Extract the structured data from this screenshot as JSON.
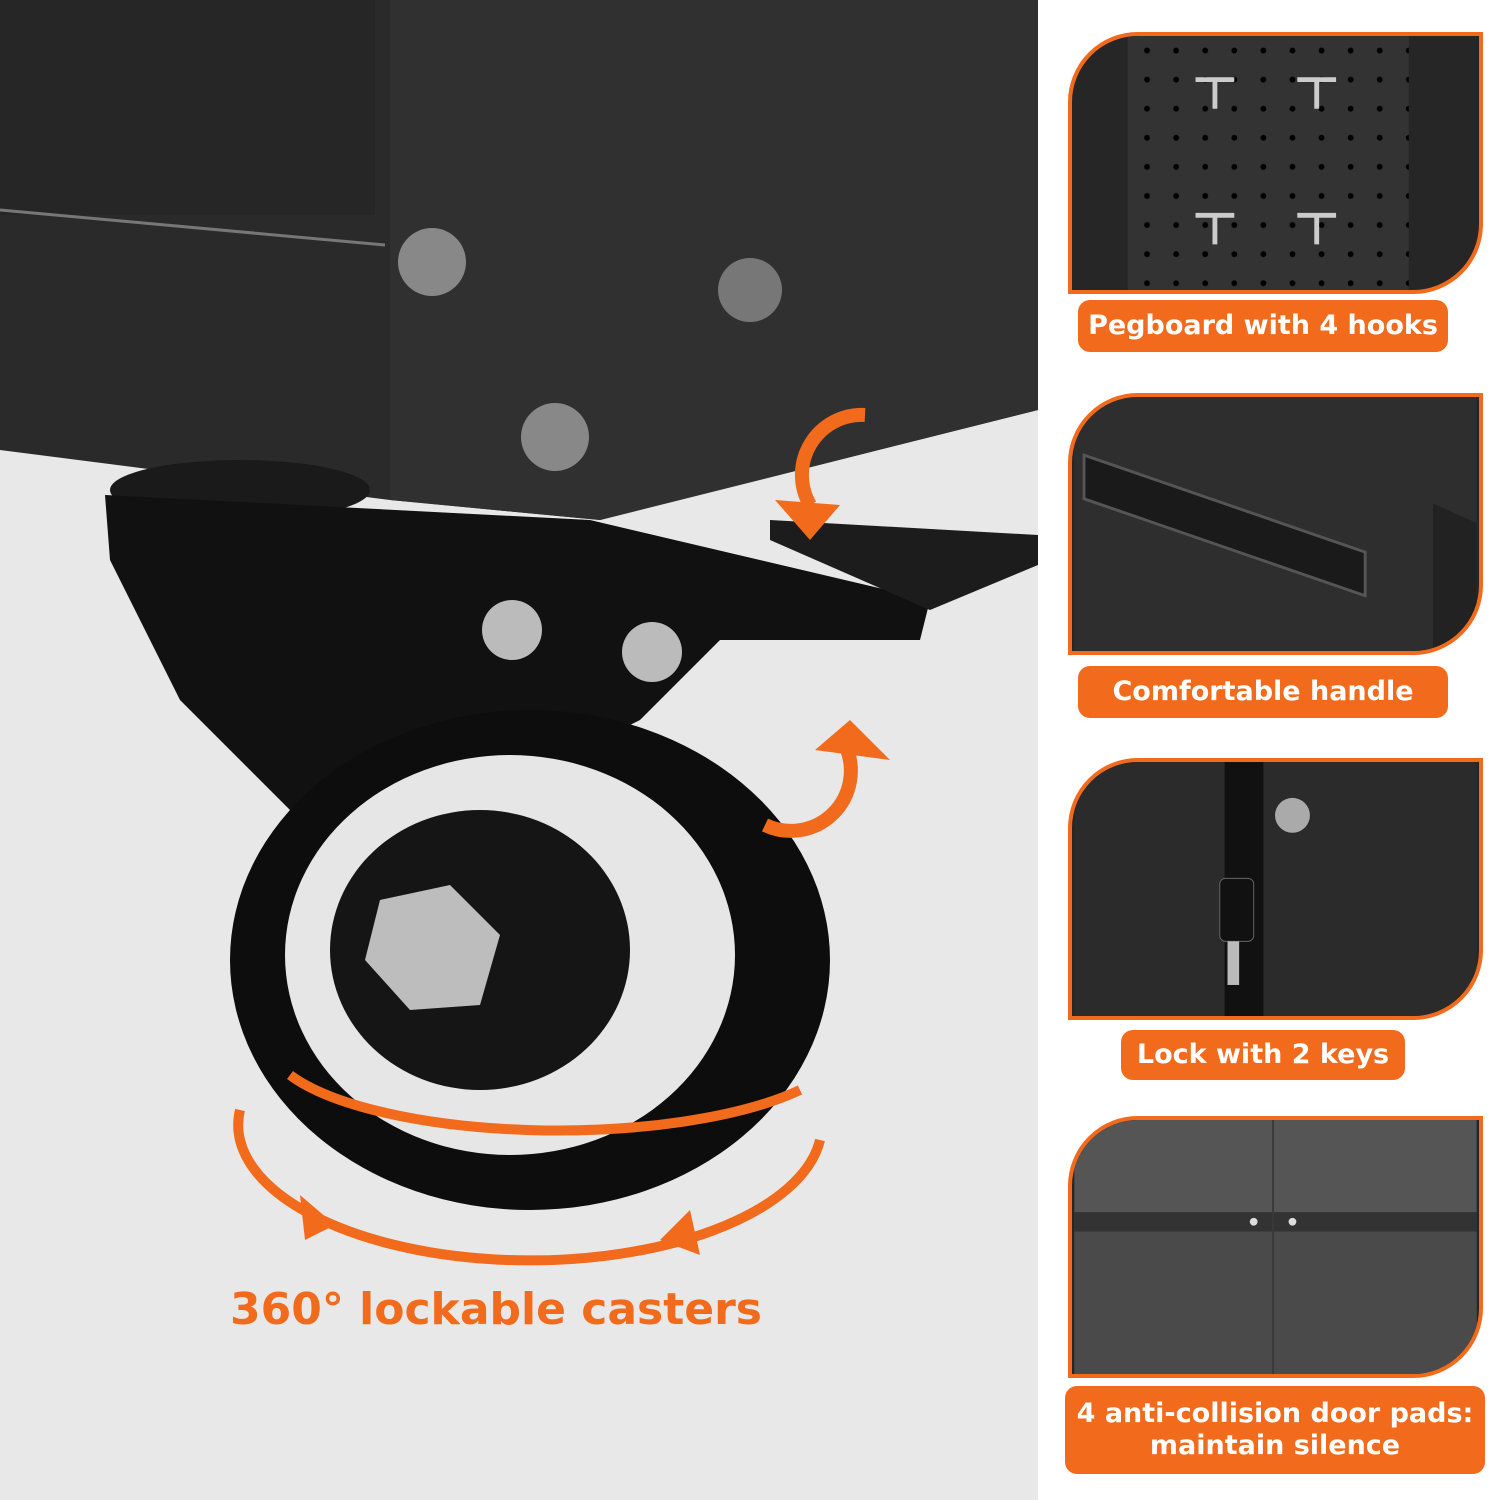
{
  "main": {
    "caption": "360° lockable casters"
  },
  "features": [
    {
      "label": "Pegboard with 4 hooks"
    },
    {
      "label": "Comfortable handle"
    },
    {
      "label": "Lock with 2 keys"
    },
    {
      "label": "4 anti-collision door pads: maintain silence"
    }
  ],
  "colors": {
    "accent": "#f26a1b",
    "cabinet": "#262626",
    "background": "#e8e8e8"
  }
}
